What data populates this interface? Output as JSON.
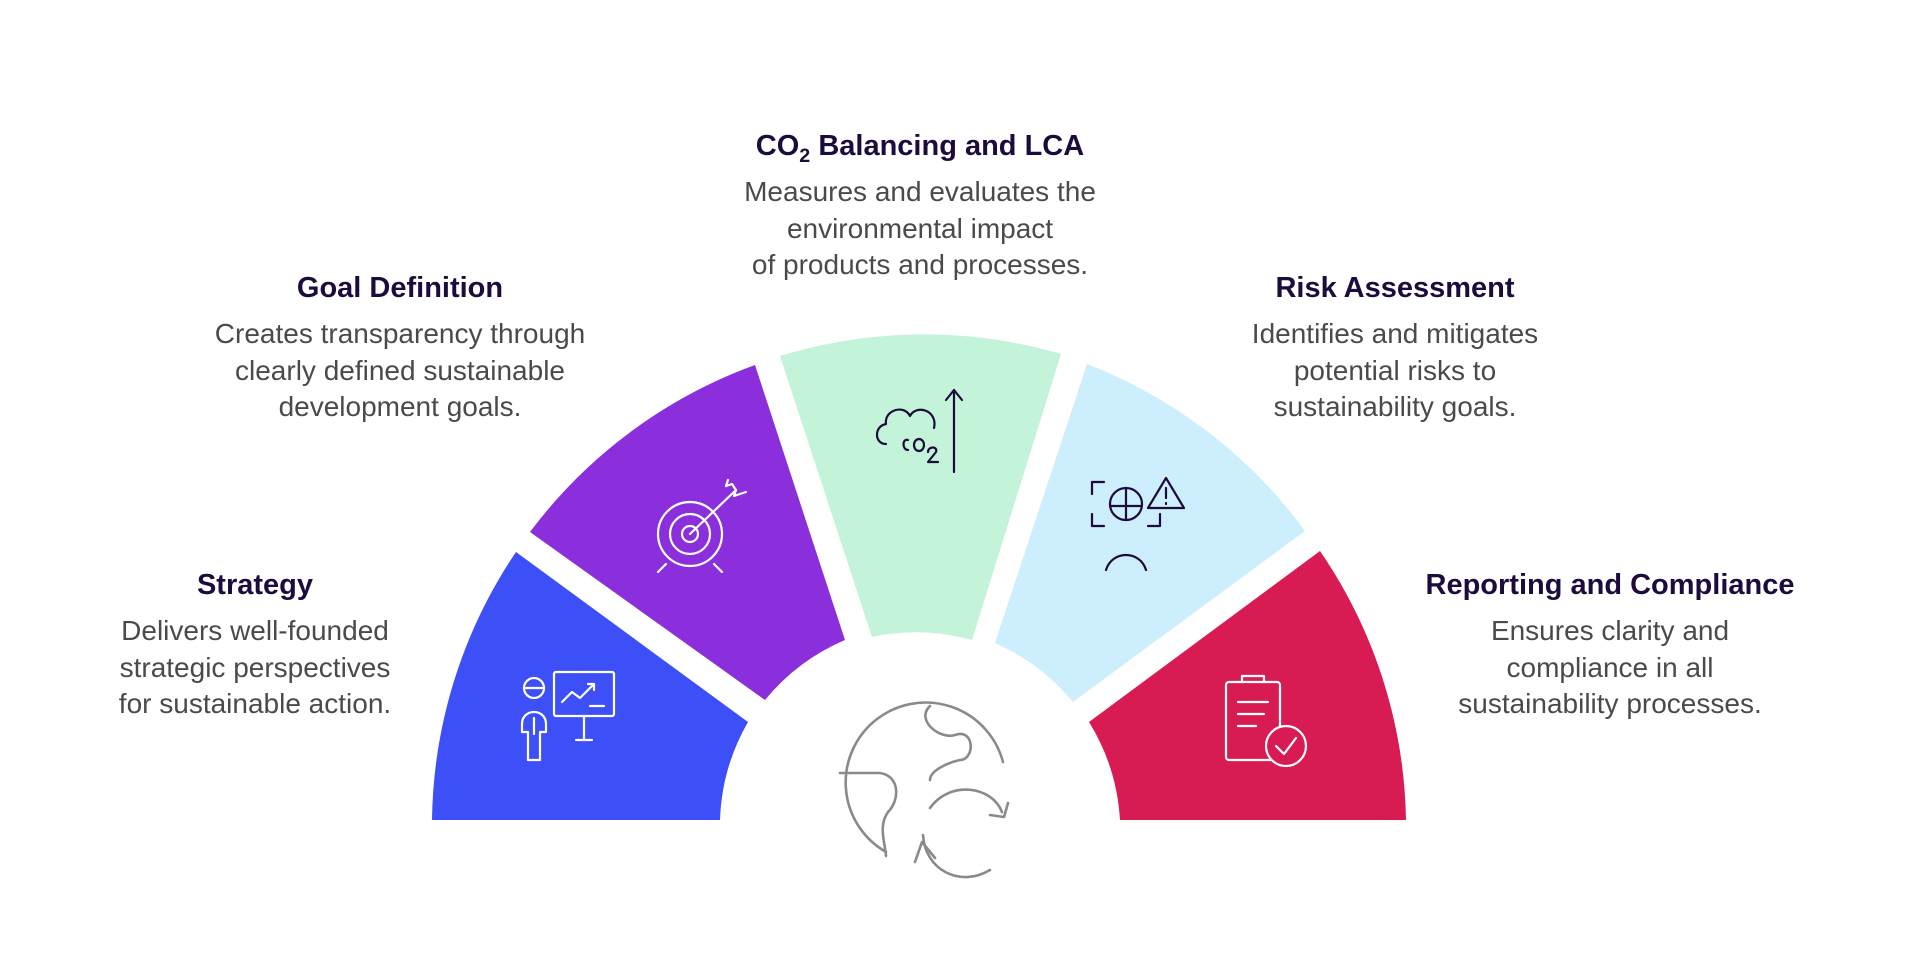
{
  "colors": {
    "strategy": "#3d4ff7",
    "goal": "#8b2fdd",
    "co2": "#c3f3d8",
    "risk": "#cdeefc",
    "reporting": "#d81b52",
    "title_text": "#1e0b3e",
    "body_text": "#4a4a4a",
    "center_icon": "#8a8a8a"
  },
  "segments": [
    {
      "id": "strategy",
      "title": "Strategy",
      "lines": [
        "Delivers well-founded",
        "strategic perspectives",
        "for sustainable action."
      ],
      "icon": "presentation-person-icon"
    },
    {
      "id": "goal",
      "title": "Goal Definition",
      "lines": [
        "Creates transparency through",
        "clearly defined sustainable",
        "development goals."
      ],
      "icon": "target-arrow-icon"
    },
    {
      "id": "co2",
      "title_main": "CO",
      "title_sub": "2",
      "title_rest": " Balancing and LCA",
      "lines": [
        "Measures and evaluates the",
        "environmental impact",
        "of products and processes."
      ],
      "icon": "co2-cloud-icon"
    },
    {
      "id": "risk",
      "title": "Risk Assessment",
      "lines": [
        "Identifies and mitigates",
        "potential risks to",
        "sustainability goals."
      ],
      "icon": "risk-warning-icon"
    },
    {
      "id": "reporting",
      "title": "Reporting and Compliance",
      "lines": [
        "Ensures clarity and",
        "compliance in all",
        "sustainability processes."
      ],
      "icon": "clipboard-check-icon"
    }
  ],
  "center_icon": "globe-recycle-icon"
}
